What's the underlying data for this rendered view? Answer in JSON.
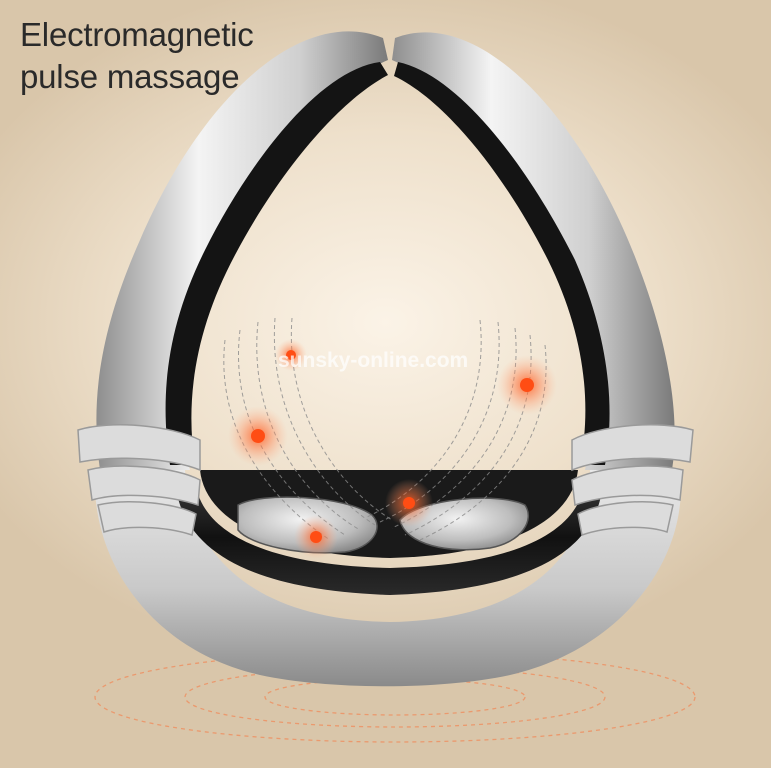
{
  "caption": {
    "line1": "Electromagnetic",
    "line2": "pulse massage"
  },
  "watermark": "sunsky-online.com",
  "colors": {
    "shell": "#d7d7d7",
    "band": "#1b1b1b",
    "pulse": "#ff5a1f",
    "background": "#efe2cf"
  }
}
